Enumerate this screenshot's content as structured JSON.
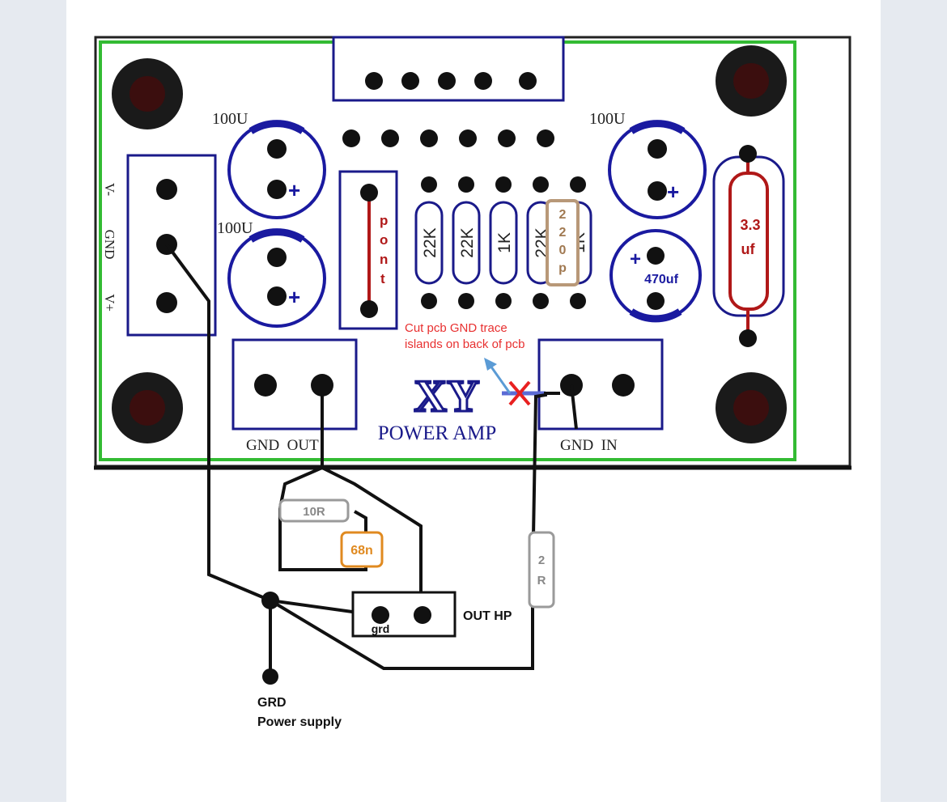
{
  "pcb": {
    "cap_top_left": "100U",
    "cap_mid_left": "100U",
    "cap_top_right": "100U",
    "cap_470": "470uf",
    "cap_33_a": "3.3",
    "cap_33_b": "uf",
    "plus": "+",
    "power_left_top": "V-",
    "power_left_mid": "GND",
    "power_left_bot": "V+",
    "bridge_letters": [
      "p",
      "o",
      "n",
      "t"
    ],
    "resistors": [
      "22K",
      "22K",
      "1K",
      "22K",
      "1K"
    ],
    "cap_220p": [
      "2",
      "2",
      "0",
      "p"
    ],
    "brand": "XY",
    "brand_sub": "POWER AMP",
    "out_terminal": "GND  OUT",
    "in_terminal": "GND  IN",
    "note_line1": "Cut pcb GND trace",
    "note_line2": "islands on back of pcb"
  },
  "external": {
    "res_10r": "10R",
    "cap_68n": "68n",
    "res_2r_a": "2",
    "res_2r_b": "R",
    "hp_grd": "grd",
    "hp_label": "OUT HP",
    "psu_line1": "GRD",
    "psu_line2": "Power supply"
  },
  "colors": {
    "board_border": "#33bb33",
    "cap_blue": "#1a1aa0",
    "bridge_red": "#b01818",
    "cap_tan": "#b89878",
    "note_red": "#e83030",
    "arrow_blue": "#5b9bd5",
    "cap_orange": "#e08a20"
  }
}
